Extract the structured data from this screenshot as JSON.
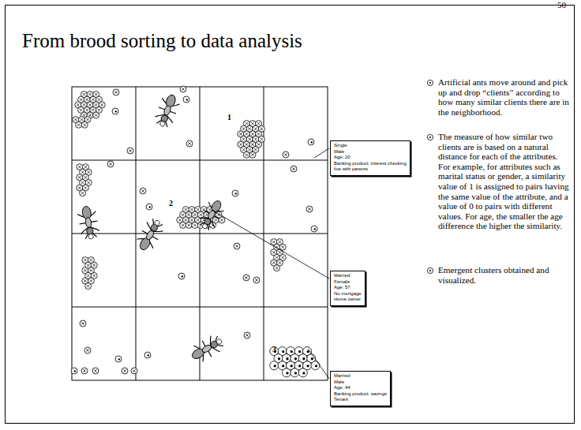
{
  "diagram": {
    "title": "From brood sorting to data analysis",
    "nodes": [
      {
        "text": [
          "Single",
          "Male",
          "Age: 20",
          "Banking product: interest checking",
          "live with parents"
        ]
      },
      {
        "text": [
          "Married",
          "Female",
          "Age: 57",
          "No mortgage",
          "Home owner"
        ]
      },
      {
        "text": [
          "Married",
          "Male",
          "Age: 44",
          "Banking product: savings",
          "Tenant"
        ]
      }
    ],
    "labels": [
      "50",
      "1",
      "2",
      "3",
      "Artificial ants move around and pick up and drop “clients” according to how many similar clients there are in the neighborhood.",
      "The measure of how similar two clients are is based on a natural distance for each of the attributes. For example, for attributes such as marital status or gender, a similarity value of 1 is assigned to pairs having the same value of the attribute, and a value of 0 to pairs with different values. For age, the smaller the age difference the higher the similarity.",
      "Emergent clusters obtained and visualized."
    ]
  }
}
